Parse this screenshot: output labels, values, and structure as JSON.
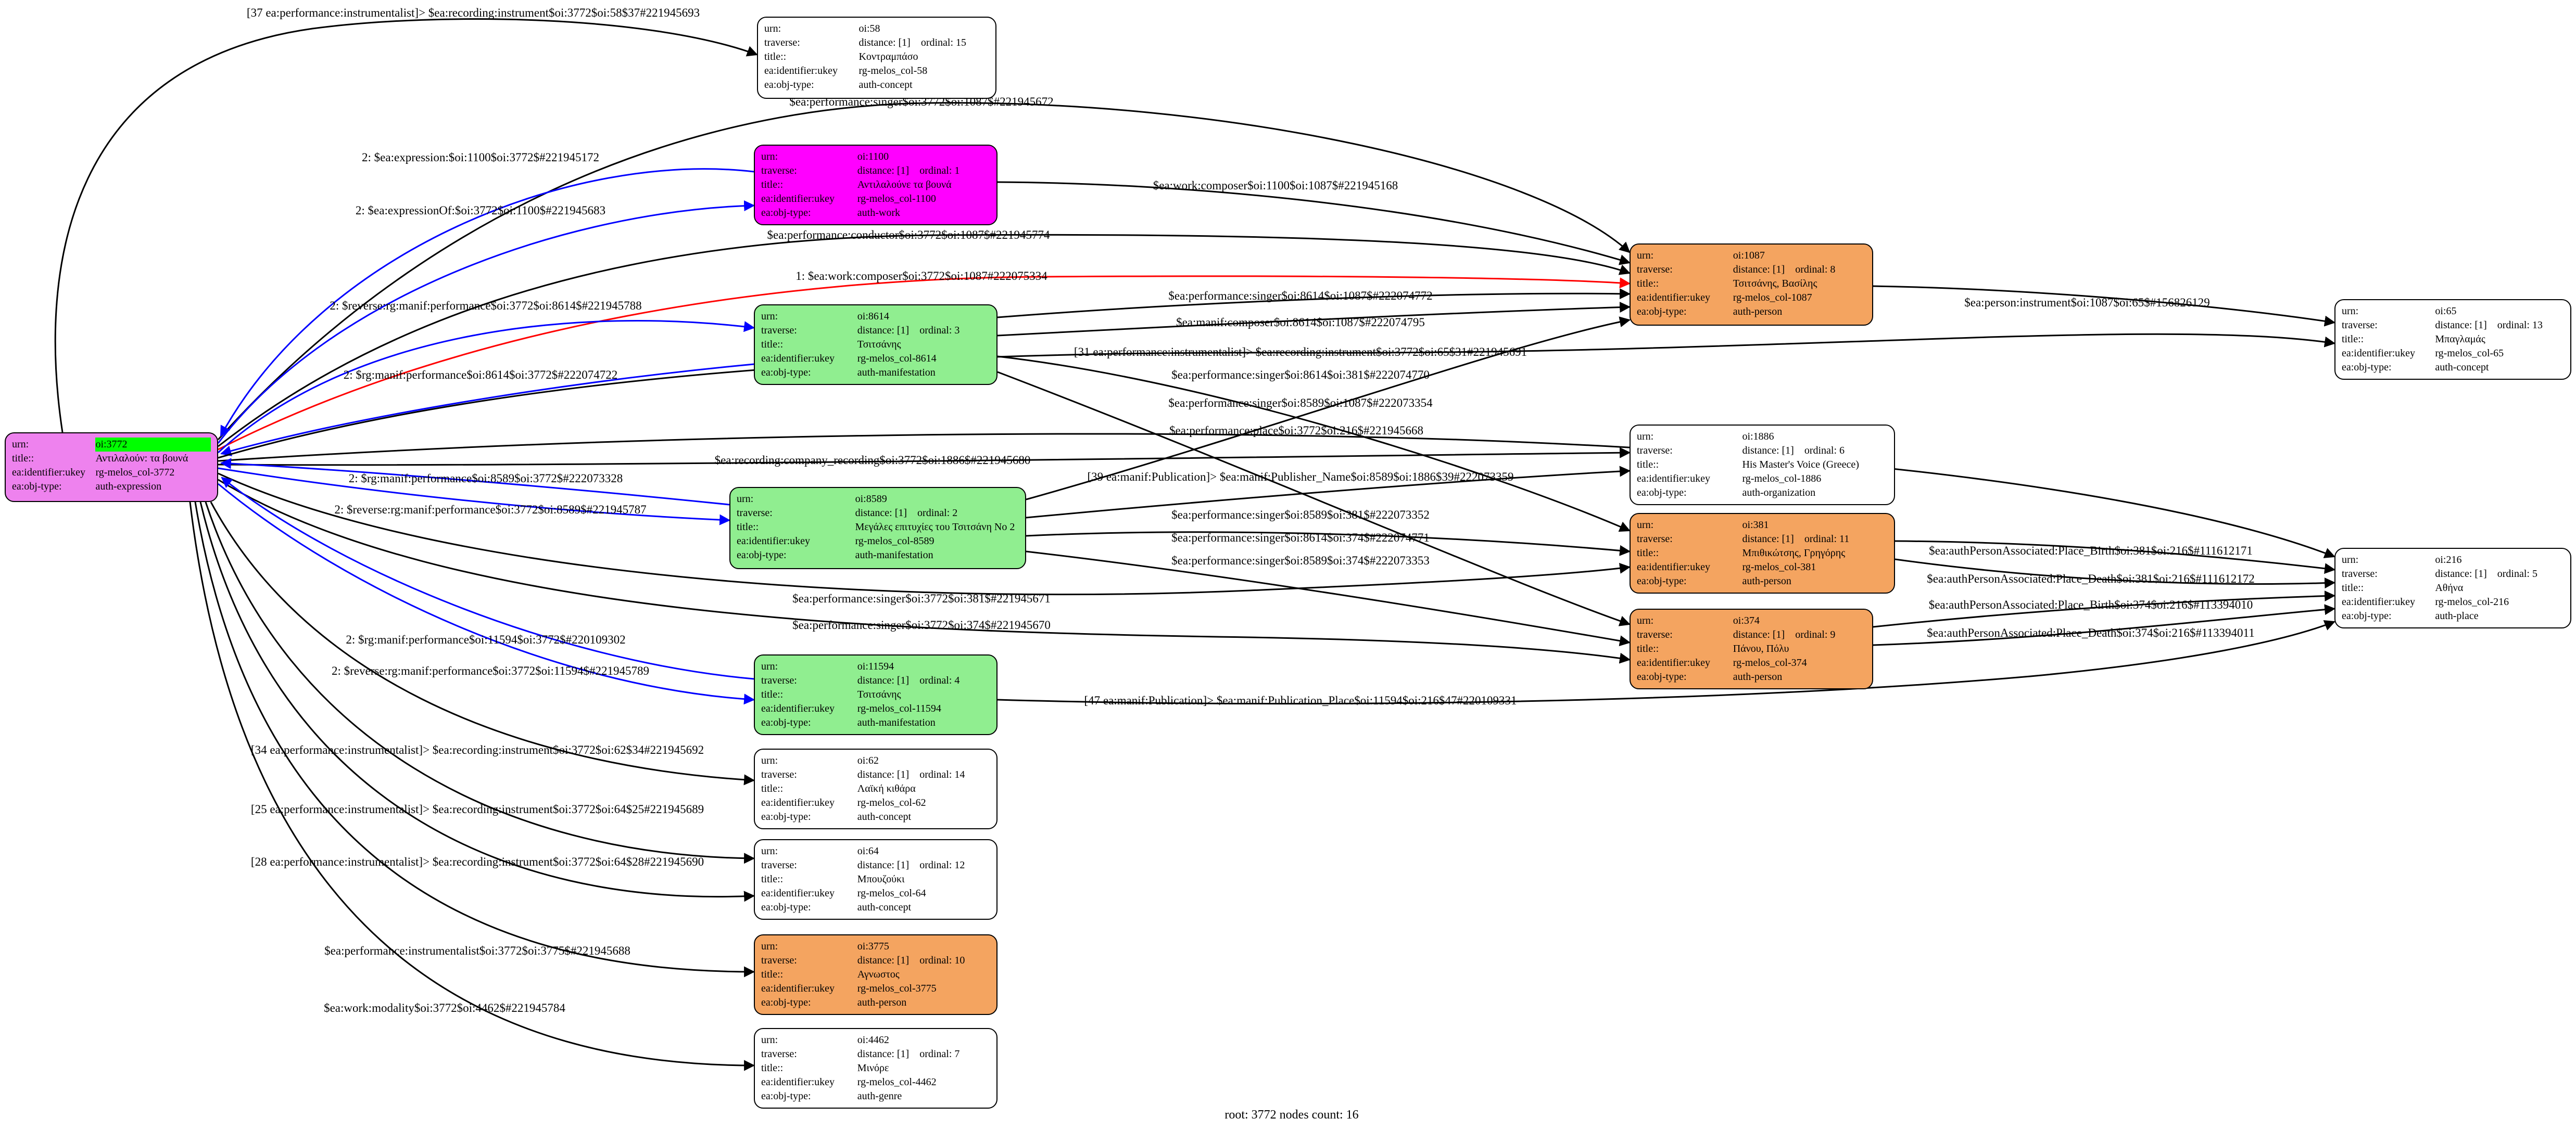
{
  "footer": "root: 3772 nodes count: 16",
  "colors": {
    "edge_black": "#000000",
    "edge_blue": "#0000ff",
    "edge_red": "#ff0000",
    "root_fill": "#ee82ee",
    "work_fill": "#ff00ff",
    "manifestation_fill": "#90ee90",
    "person_fill": "#f4a460",
    "plain_fill": "#ffffff",
    "urn_highlight": "#00ff00"
  },
  "field_keys": {
    "urn": "urn:",
    "traverse": "traverse:",
    "title": "title::",
    "ukey": "ea:identifier:ukey",
    "objtype": "ea:obj-type:"
  },
  "nodes": [
    {
      "id": "3772",
      "fill": "#ee82ee",
      "urn": "oi:3772",
      "urn_bg": "#00ff00",
      "title": "Αντιλαλούν: τα βουνά",
      "ukey": "rg-melos_col-3772",
      "objtype": "auth-expression"
    },
    {
      "id": "58",
      "fill": "#ffffff",
      "urn": "oi:58",
      "traverse": "distance: [1]    ordinal: 15",
      "title": "Κοντραμπάσο",
      "ukey": "rg-melos_col-58",
      "objtype": "auth-concept"
    },
    {
      "id": "1100",
      "fill": "#ff00ff",
      "urn": "oi:1100",
      "traverse": "distance: [1]    ordinal: 1",
      "title": "Αντιλαλούνε τα βουνά",
      "ukey": "rg-melos_col-1100",
      "objtype": "auth-work"
    },
    {
      "id": "8614",
      "fill": "#90ee90",
      "urn": "oi:8614",
      "traverse": "distance: [1]    ordinal: 3",
      "title": "Τσιτσάνης",
      "ukey": "rg-melos_col-8614",
      "objtype": "auth-manifestation"
    },
    {
      "id": "8589",
      "fill": "#90ee90",
      "urn": "oi:8589",
      "traverse": "distance: [1]    ordinal: 2",
      "title": "Μεγάλες επιτυχίες του Τσιτσάνη Νο 2",
      "ukey": "rg-melos_col-8589",
      "objtype": "auth-manifestation"
    },
    {
      "id": "11594",
      "fill": "#90ee90",
      "urn": "oi:11594",
      "traverse": "distance: [1]    ordinal: 4",
      "title": "Τσιτσάνης",
      "ukey": "rg-melos_col-11594",
      "objtype": "auth-manifestation"
    },
    {
      "id": "62",
      "fill": "#ffffff",
      "urn": "oi:62",
      "traverse": "distance: [1]    ordinal: 14",
      "title": "Λαϊκή κιθάρα",
      "ukey": "rg-melos_col-62",
      "objtype": "auth-concept"
    },
    {
      "id": "64",
      "fill": "#ffffff",
      "urn": "oi:64",
      "traverse": "distance: [1]    ordinal: 12",
      "title": "Μπουζούκι",
      "ukey": "rg-melos_col-64",
      "objtype": "auth-concept"
    },
    {
      "id": "3775",
      "fill": "#f4a460",
      "urn": "oi:3775",
      "traverse": "distance: [1]    ordinal: 10",
      "title": "Αγνωστος",
      "ukey": "rg-melos_col-3775",
      "objtype": "auth-person"
    },
    {
      "id": "4462",
      "fill": "#ffffff",
      "urn": "oi:4462",
      "traverse": "distance: [1]    ordinal: 7",
      "title": "Μινόρε",
      "ukey": "rg-melos_col-4462",
      "objtype": "auth-genre"
    },
    {
      "id": "1087",
      "fill": "#f4a460",
      "urn": "oi:1087",
      "traverse": "distance: [1]    ordinal: 8",
      "title": "Τσιτσάνης, Βασίλης",
      "ukey": "rg-melos_col-1087",
      "objtype": "auth-person"
    },
    {
      "id": "65",
      "fill": "#ffffff",
      "urn": "oi:65",
      "traverse": "distance: [1]    ordinal: 13",
      "title": "Μπαγλαμάς",
      "ukey": "rg-melos_col-65",
      "objtype": "auth-concept"
    },
    {
      "id": "1886",
      "fill": "#ffffff",
      "urn": "oi:1886",
      "traverse": "distance: [1]    ordinal: 6",
      "title": "His Master's Voice (Greece)",
      "ukey": "rg-melos_col-1886",
      "objtype": "auth-organization"
    },
    {
      "id": "381",
      "fill": "#f4a460",
      "urn": "oi:381",
      "traverse": "distance: [1]    ordinal: 11",
      "title": "Μπιθικώτσης, Γρηγόρης",
      "ukey": "rg-melos_col-381",
      "objtype": "auth-person"
    },
    {
      "id": "374",
      "fill": "#f4a460",
      "urn": "oi:374",
      "traverse": "distance: [1]    ordinal: 9",
      "title": "Πάνου, Πόλυ",
      "ukey": "rg-melos_col-374",
      "objtype": "auth-person"
    },
    {
      "id": "216",
      "fill": "#ffffff",
      "urn": "oi:216",
      "traverse": "distance: [1]    ordinal: 5",
      "title": "Αθήνα",
      "ukey": "rg-melos_col-216",
      "objtype": "auth-place"
    }
  ],
  "edges": [
    {
      "id": "e1",
      "from": "3772",
      "to": "58",
      "color": "black",
      "label": "[37 ea:performance:instrumentalist]> $ea:recording:instrument$oi:3772$oi:58$37#221945693"
    },
    {
      "id": "e2",
      "from": "3772",
      "to": "1087",
      "color": "black",
      "label": "$ea:performance:singer$oi:3772$oi:1087$#221945672"
    },
    {
      "id": "e3",
      "from": "1100",
      "to": "3772",
      "color": "blue",
      "label": "2: $ea:expression:$oi:1100$oi:3772$#221945172"
    },
    {
      "id": "e4",
      "from": "3772",
      "to": "1100",
      "color": "blue",
      "label": "2: $ea:expressionOf:$oi:3772$oi:1100$#221945683"
    },
    {
      "id": "e5",
      "from": "1100",
      "to": "1087",
      "color": "black",
      "label": "$ea:work:composer$oi:1100$oi:1087$#221945168"
    },
    {
      "id": "e6",
      "from": "3772",
      "to": "1087",
      "color": "black",
      "label": "$ea:performance:conductor$oi:3772$oi:1087$#221945774"
    },
    {
      "id": "e7",
      "from": "3772",
      "to": "1087",
      "color": "red",
      "label": "1: $ea:work:composer$oi:3772$oi:1087#222075334"
    },
    {
      "id": "e8",
      "from": "3772",
      "to": "8614",
      "color": "blue",
      "label": "2: $reverse:rg:manif:performance$oi:3772$oi:8614$#221945788"
    },
    {
      "id": "e9",
      "from": "8614",
      "to": "1087",
      "color": "black",
      "label": "$ea:performance:singer$oi:8614$oi:1087$#222074772"
    },
    {
      "id": "e10",
      "from": "8614",
      "to": "1087",
      "color": "black",
      "label": "$ea:manif:composer$oi:8614$oi:1087$#222074795"
    },
    {
      "id": "e11",
      "from": "8614",
      "to": "3772",
      "color": "blue",
      "label": "2: $rg:manif:performance$oi:8614$oi:3772$#222074722"
    },
    {
      "id": "e12",
      "from": "3772",
      "to": "65",
      "color": "black",
      "label": "[31 ea:performance:instrumentalist]> $ea:recording:instrument$oi:3772$oi:65$31#221945691"
    },
    {
      "id": "e13",
      "from": "8614",
      "to": "381",
      "color": "black",
      "label": "$ea:performance:singer$oi:8614$oi:381$#222074770"
    },
    {
      "id": "e14",
      "from": "8589",
      "to": "1087",
      "color": "black",
      "label": "$ea:performance:singer$oi:8589$oi:1087$#222073354"
    },
    {
      "id": "e15",
      "from": "3772",
      "to": "216",
      "color": "black",
      "label": "$ea:performance:place$oi:3772$oi:216$#221945668"
    },
    {
      "id": "e16",
      "from": "3772",
      "to": "1886",
      "color": "black",
      "label": "$ea:recording:company_recording$oi:3772$oi:1886$#221945680"
    },
    {
      "id": "e17",
      "from": "8589",
      "to": "3772",
      "color": "blue",
      "label": "2: $rg:manif:performance$oi:8589$oi:3772$#222073328"
    },
    {
      "id": "e18",
      "from": "8589",
      "to": "1886",
      "color": "black",
      "label": "[39 ea:manif:Publication]> $ea:manif:Publisher_Name$oi:8589$oi:1886$39#222073359"
    },
    {
      "id": "e19",
      "from": "3772",
      "to": "8589",
      "color": "blue",
      "label": "2: $reverse:rg:manif:performance$oi:3772$oi:8589$#221945787"
    },
    {
      "id": "e20",
      "from": "8589",
      "to": "381",
      "color": "black",
      "label": "$ea:performance:singer$oi:8589$oi:381$#222073352"
    },
    {
      "id": "e21",
      "from": "8614",
      "to": "374",
      "color": "black",
      "label": "$ea:performance:singer$oi:8614$oi:374$#222074771"
    },
    {
      "id": "e22",
      "from": "8589",
      "to": "374",
      "color": "black",
      "label": "$ea:performance:singer$oi:8589$oi:374$#222073353"
    },
    {
      "id": "e23",
      "from": "3772",
      "to": "381",
      "color": "black",
      "label": "$ea:performance:singer$oi:3772$oi:381$#221945671"
    },
    {
      "id": "e24",
      "from": "3772",
      "to": "374",
      "color": "black",
      "label": "$ea:performance:singer$oi:3772$oi:374$#221945670"
    },
    {
      "id": "e25",
      "from": "11594",
      "to": "3772",
      "color": "blue",
      "label": "2: $rg:manif:performance$oi:11594$oi:3772$#220109302"
    },
    {
      "id": "e26",
      "from": "3772",
      "to": "11594",
      "color": "blue",
      "label": "2: $reverse:rg:manif:performance$oi:3772$oi:11594$#221945789"
    },
    {
      "id": "e27",
      "from": "3772",
      "to": "62",
      "color": "black",
      "label": "[34 ea:performance:instrumentalist]> $ea:recording:instrument$oi:3772$oi:62$34#221945692"
    },
    {
      "id": "e28",
      "from": "3772",
      "to": "64",
      "color": "black",
      "label": "[25 ea:performance:instrumentalist]> $ea:recording:instrument$oi:3772$oi:64$25#221945689"
    },
    {
      "id": "e29",
      "from": "3772",
      "to": "64",
      "color": "black",
      "label": "[28 ea:performance:instrumentalist]> $ea:recording:instrument$oi:3772$oi:64$28#221945690"
    },
    {
      "id": "e30",
      "from": "3772",
      "to": "3775",
      "color": "black",
      "label": "$ea:performance:instrumentalist$oi:3772$oi:3775$#221945688"
    },
    {
      "id": "e31",
      "from": "3772",
      "to": "4462",
      "color": "black",
      "label": "$ea:work:modality$oi:3772$oi:4462$#221945784"
    },
    {
      "id": "e32",
      "from": "1087",
      "to": "65",
      "color": "black",
      "label": "$ea:person:instrument$oi:1087$oi:65$#156826129"
    },
    {
      "id": "e33",
      "from": "381",
      "to": "216",
      "color": "black",
      "label": "$ea:authPersonAssociated:Place_Birth$oi:381$oi:216$#111612171"
    },
    {
      "id": "e34",
      "from": "381",
      "to": "216",
      "color": "black",
      "label": "$ea:authPersonAssociated:Place_Death$oi:381$oi:216$#111612172"
    },
    {
      "id": "e35",
      "from": "374",
      "to": "216",
      "color": "black",
      "label": "$ea:authPersonAssociated:Place_Birth$oi:374$oi:216$#113394010"
    },
    {
      "id": "e36",
      "from": "374",
      "to": "216",
      "color": "black",
      "label": "$ea:authPersonAssociated:Place_Death$oi:374$oi:216$#113394011"
    },
    {
      "id": "e37",
      "from": "11594",
      "to": "216",
      "color": "black",
      "label": "[47 ea:manif:Publication]> $ea:manif:Publication_Place$oi:11594$oi:216$47#220109331"
    }
  ]
}
